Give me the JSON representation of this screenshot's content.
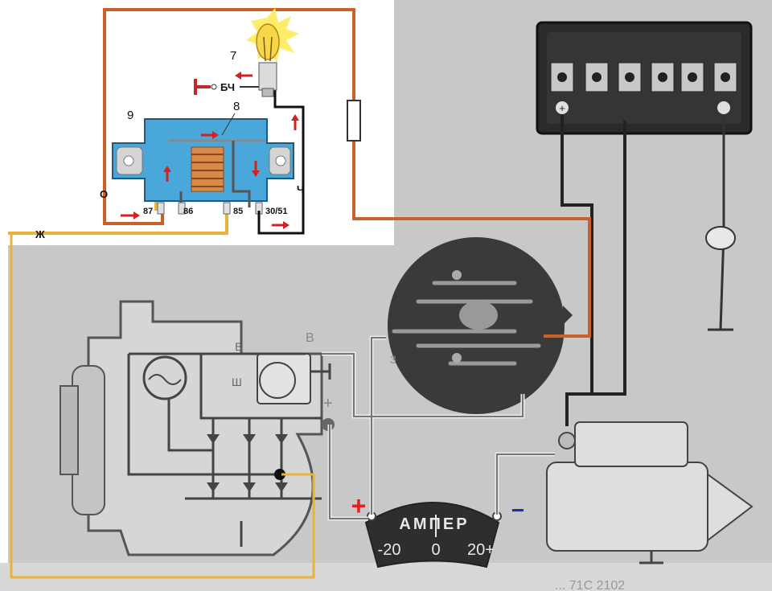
{
  "relay_inset": {
    "lamp_number": "7",
    "relay_number": "8",
    "corner_number": "9",
    "bch_label": "БЧ",
    "wire_o_label": "О",
    "wire_ch_label": "Ч",
    "wire_zh_label": "Ж",
    "pins": {
      "p87": "87",
      "p86": "86",
      "p85": "85",
      "p30_51": "30/51"
    }
  },
  "generator": {
    "terminal_b": "В",
    "terminal_b_inner": "В",
    "terminal_sh": "Ш",
    "plus_label": "+"
  },
  "ammeter": {
    "title": "АМПЕР",
    "scale": [
      "-20",
      "0",
      "20+"
    ],
    "plus_sign": "+",
    "minus_sign": "−"
  },
  "ignition_switch": {
    "terminal": "3"
  },
  "footer_text": "... 71С 2102",
  "colors": {
    "orange_wire": "#c8622a",
    "yellow_wire": "#e6b43c",
    "black_wire": "#111111",
    "relay_body": "#4aa7d9",
    "arrow_red": "#d42020",
    "background_gray": "#c9c9c9",
    "drawing_gray": "#4a4a4a"
  }
}
